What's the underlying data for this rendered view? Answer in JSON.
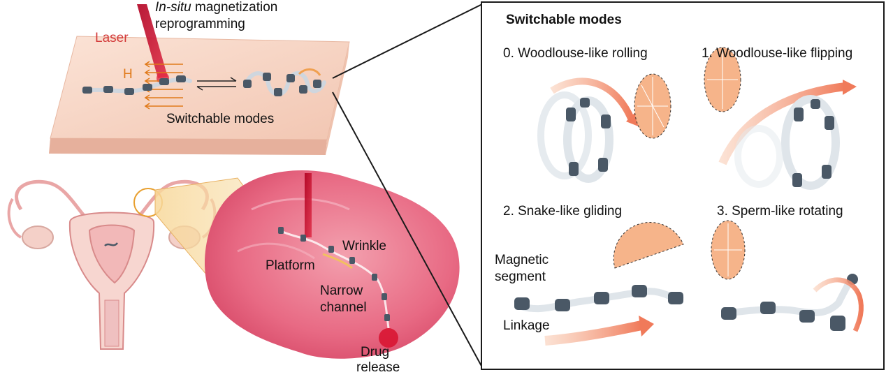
{
  "left": {
    "insitu_italic": "In-situ",
    "insitu_rest": " magnetization",
    "reprogramming": "reprogramming",
    "laser": "Laser",
    "field": "H",
    "switchable_modes": "Switchable modes",
    "platform": "Platform",
    "wrinkle": "Wrinkle",
    "narrow_channel_1": "Narrow",
    "narrow_channel_2": "channel",
    "drug_release_1": "Drug",
    "drug_release_2": "release"
  },
  "panel": {
    "title": "Switchable modes",
    "modes": [
      {
        "label": "0. Woodlouse-like rolling"
      },
      {
        "label": "1. Woodlouse-like flipping"
      },
      {
        "label": "2. Snake-like gliding"
      },
      {
        "label": "3. Sperm-like rotating"
      }
    ],
    "magnetic_segment_1": "Magnetic",
    "magnetic_segment_2": "segment",
    "linkage": "Linkage"
  },
  "colors": {
    "laser": "#c8102e",
    "field_arrows": "#e07a1a",
    "platform_skin": "#f6d2c0",
    "tissue": "#e8607a",
    "uterus_outline": "#d88a8a",
    "ellipse_fill": "#f6b48a",
    "motion_arrow": "#f08a6a",
    "segment": "#4a5866"
  }
}
